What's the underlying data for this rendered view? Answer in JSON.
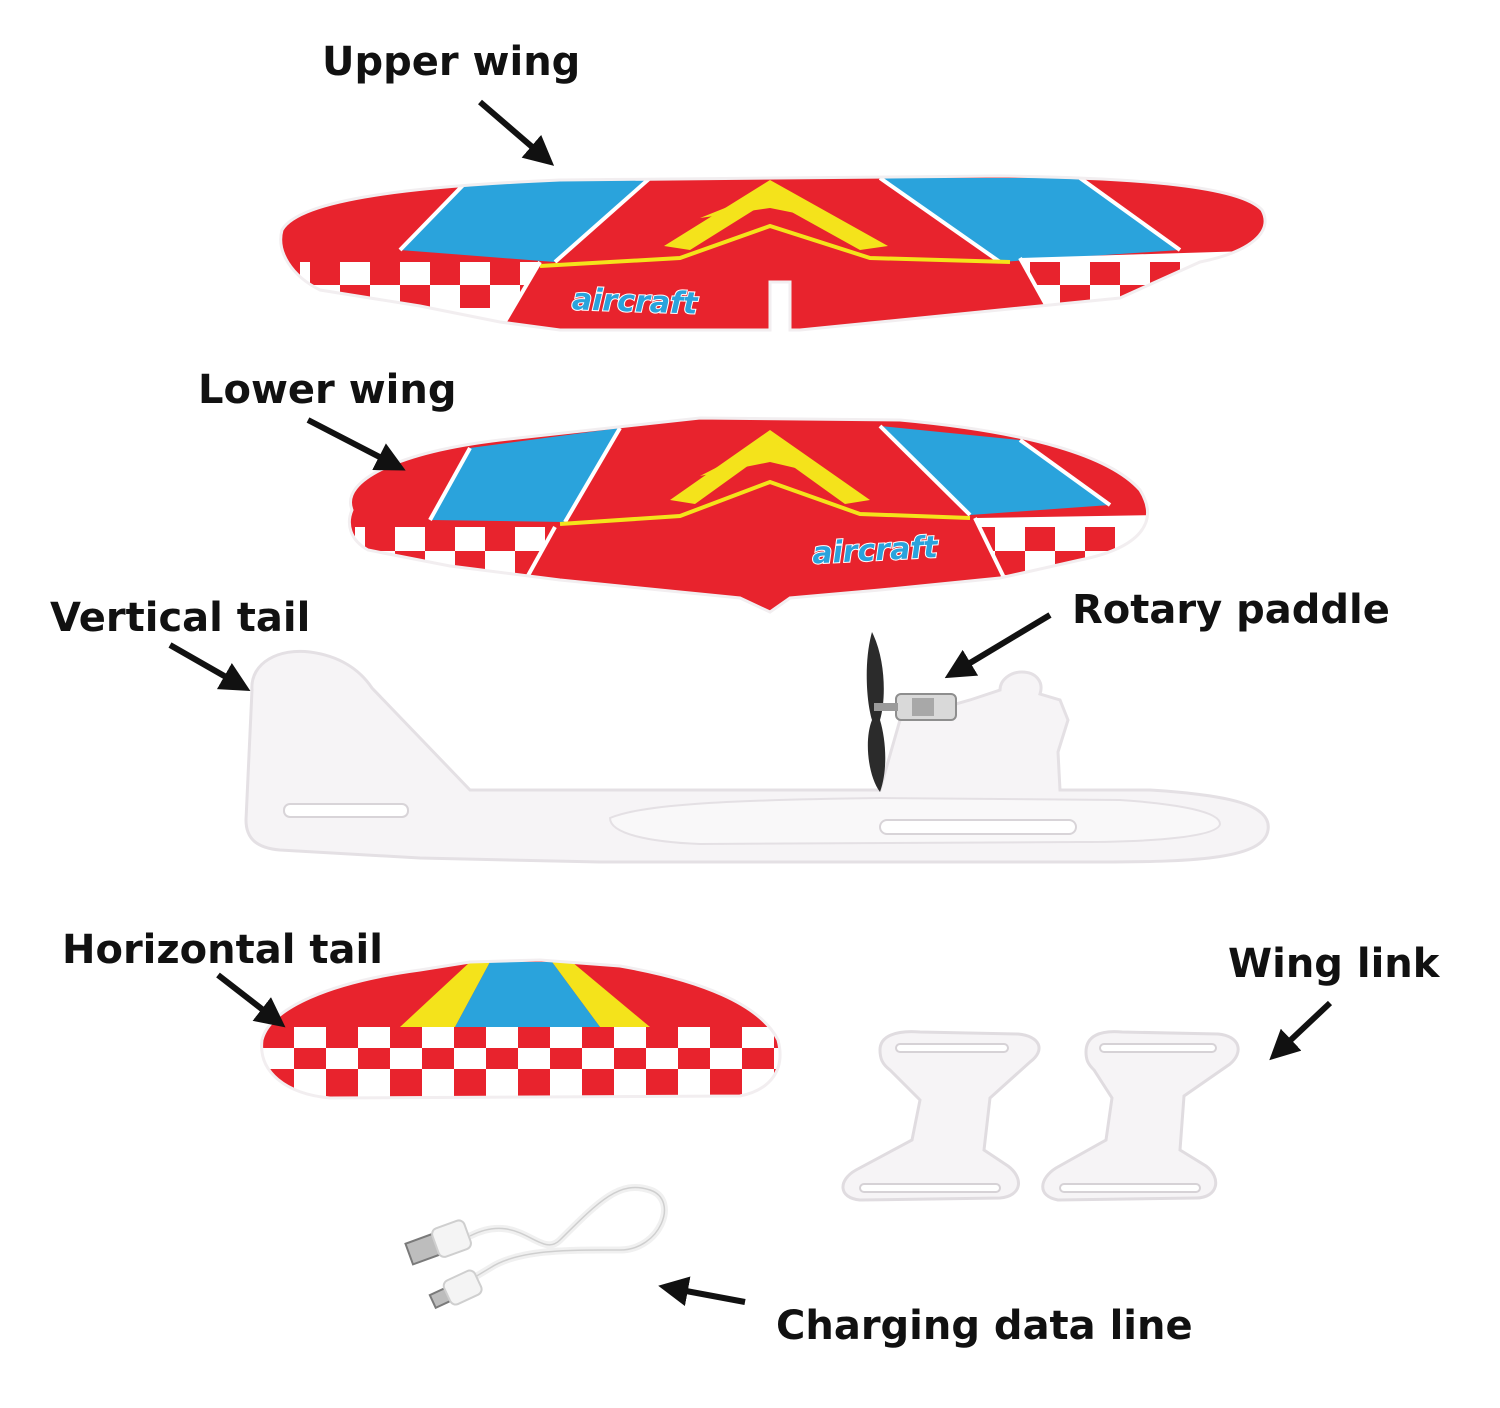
{
  "labels": {
    "upper_wing": "Upper wing",
    "lower_wing": "Lower wing",
    "vertical_tail": "Vertical tail",
    "rotary_paddle": "Rotary paddle",
    "horizontal_tail": "Horizontal tail",
    "wing_link": "Wing link",
    "charging_data_line": "Charging data line"
  },
  "wing_text": {
    "upper": "aircraft",
    "lower": "aircraft"
  },
  "colors": {
    "red": "#e8232d",
    "blue": "#2aa3dc",
    "yellow": "#f4e31b",
    "foam": "#f6f4f6",
    "arrow": "#111111"
  },
  "icons": [
    "arrow-icon",
    "propeller-icon",
    "motor-icon",
    "usb-plug-icon",
    "micro-usb-plug-icon"
  ]
}
